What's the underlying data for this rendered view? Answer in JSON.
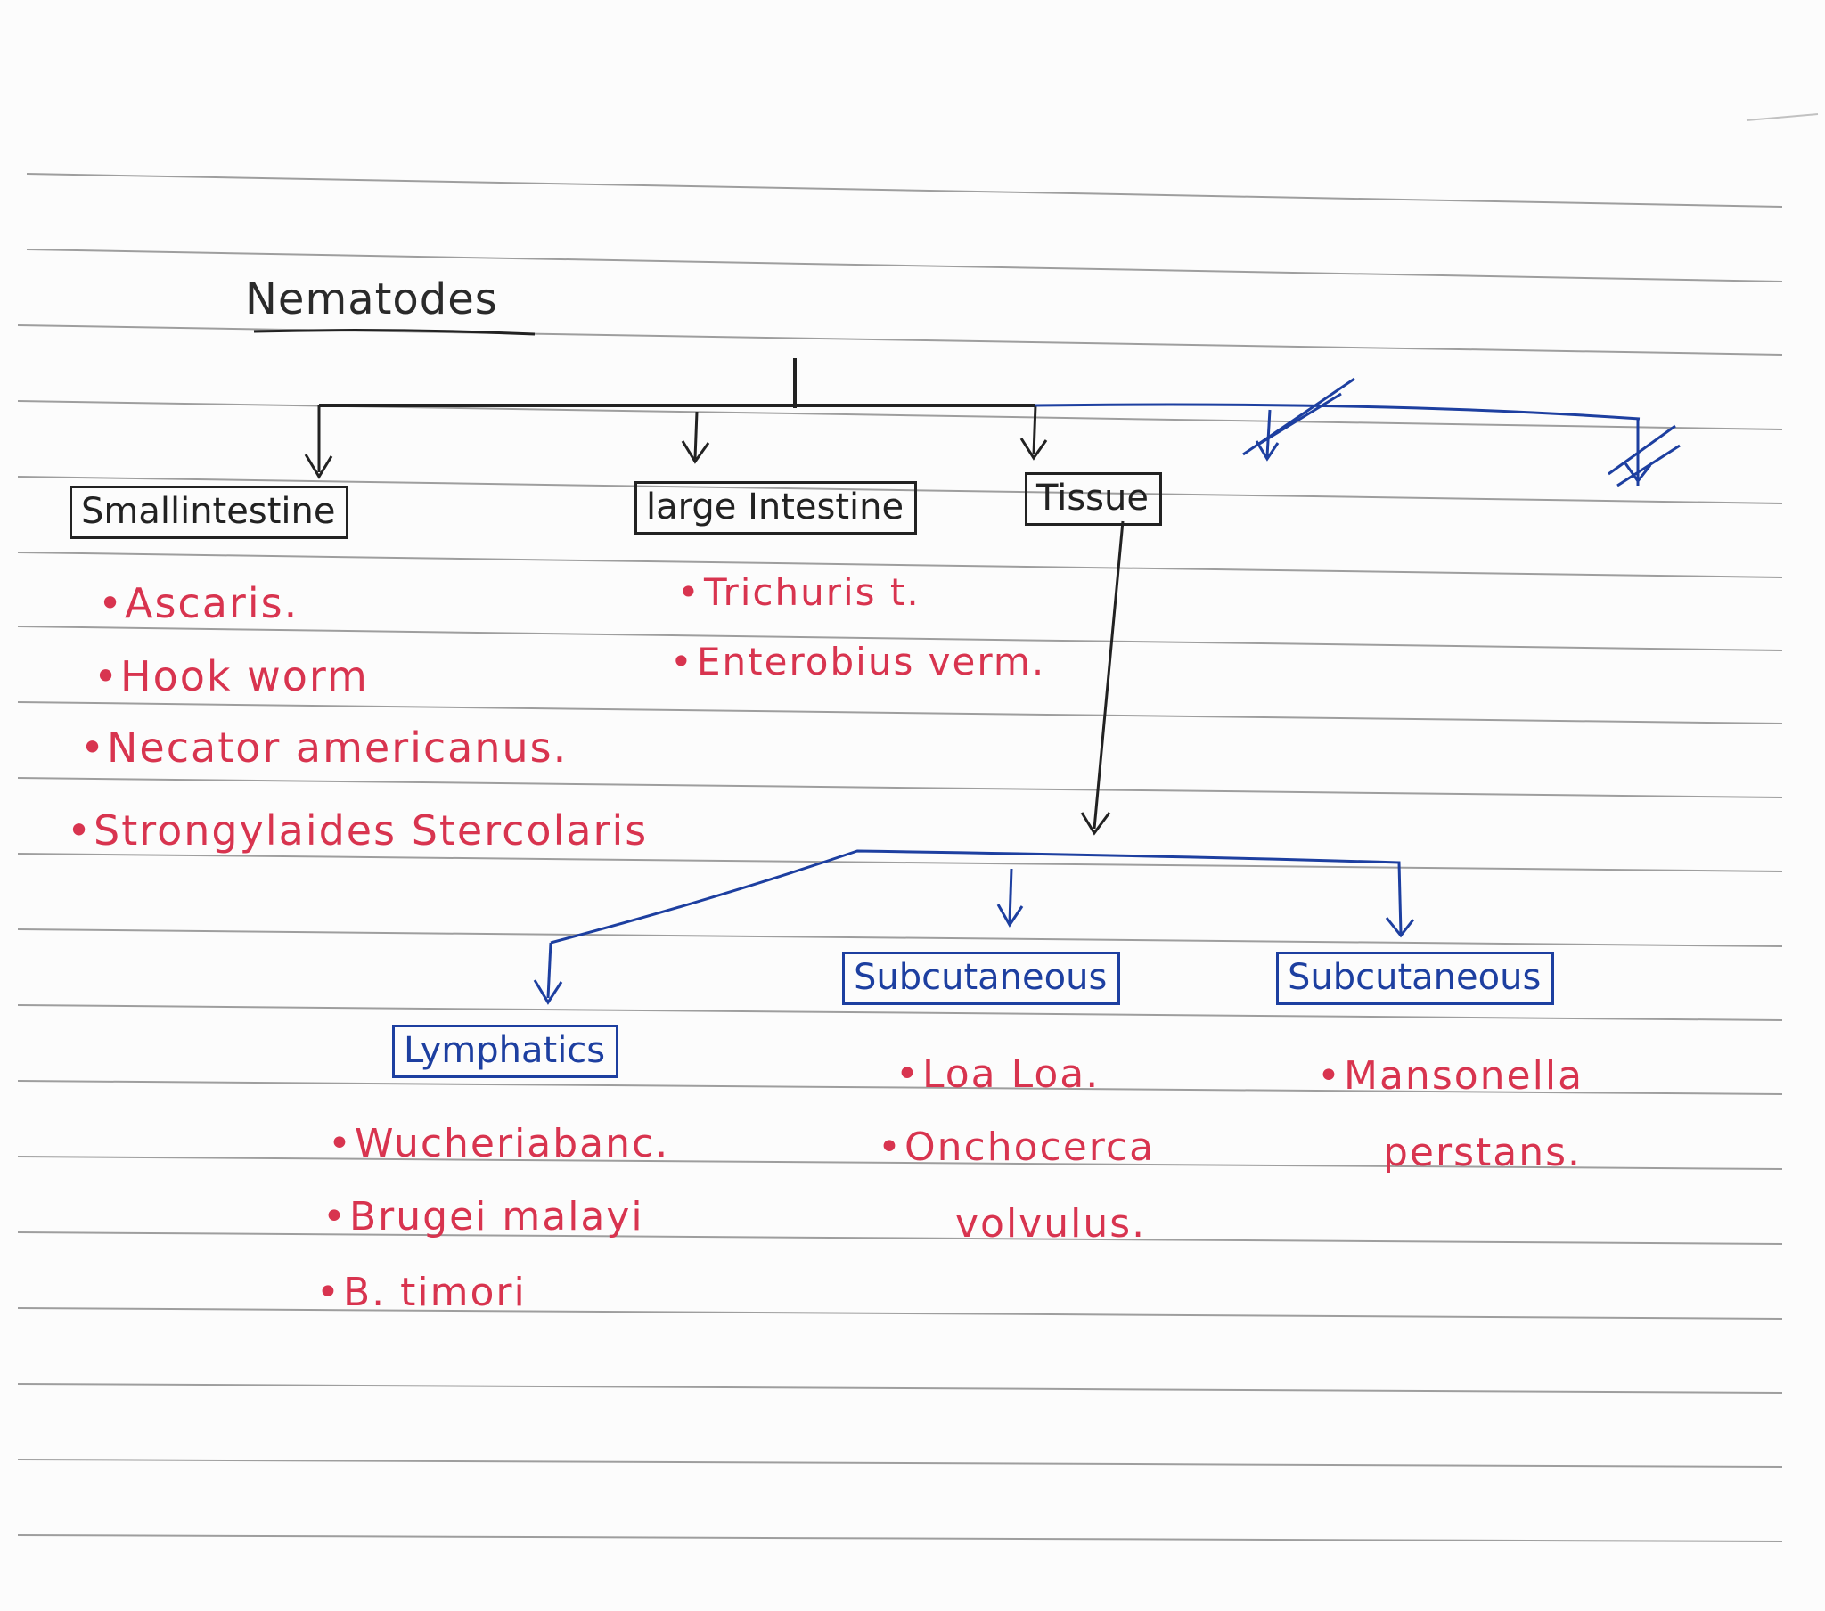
{
  "title": "Nematodes",
  "colors": {
    "ink_black": "#222222",
    "ink_blue": "#1d3fa0",
    "ink_red": "#d8344f",
    "paper": "#fcfcfc",
    "rule": "#7b7b7b"
  },
  "categories": {
    "small_intestine": {
      "label": "Smallintestine",
      "items": [
        "Ascaris.",
        "Hook worm",
        "Necator americanus.",
        "Strongylaides Stercolaris"
      ]
    },
    "large_intestine": {
      "label": "large Intestine",
      "items": [
        "Trichuris t.",
        "Enterobius verm."
      ]
    },
    "tissue": {
      "label": "Tissue",
      "sub": {
        "lymphatics": {
          "label": "Lymphatics",
          "items": [
            "Wucheriabanc.",
            "Brugei malayi",
            "B. timori"
          ]
        },
        "subcutaneous_1": {
          "label": "Subcutaneous",
          "items": [
            "Loa Loa.",
            "Onchocerca",
            "volvulus."
          ]
        },
        "subcutaneous_2": {
          "label": "Subcutaneous",
          "items": [
            "Mansonella",
            "perstans."
          ]
        }
      }
    }
  }
}
